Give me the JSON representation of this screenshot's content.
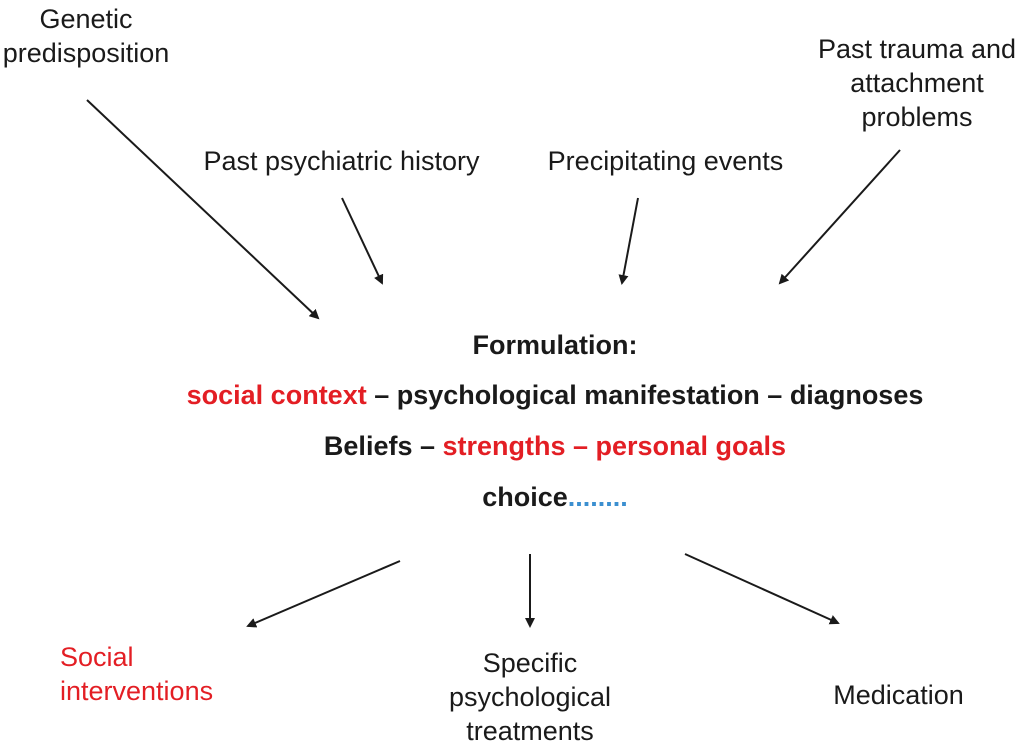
{
  "inputs": {
    "genetic": [
      "Genetic",
      "predisposition"
    ],
    "psychiatric": [
      "Past psychiatric history"
    ],
    "precipitating": [
      "Precipitating events"
    ],
    "trauma": [
      "Past trauma and",
      "attachment",
      "problems"
    ]
  },
  "formulation": {
    "title": "Formulation:",
    "line1": [
      {
        "text": "social context",
        "color": "red"
      },
      {
        "text": " – psychological manifestation – diagnoses",
        "color": "black"
      }
    ],
    "line2": [
      {
        "text": "Beliefs – ",
        "color": "black"
      },
      {
        "text": "strengths – personal goals",
        "color": "red"
      }
    ],
    "line3": [
      {
        "text": "choice",
        "color": "black"
      },
      {
        "text": "........",
        "color": "blue"
      }
    ]
  },
  "outputs": {
    "social": [
      "Social",
      "interventions"
    ],
    "psychological": [
      "Specific",
      "psychological",
      "treatments"
    ],
    "medication": [
      "Medication"
    ]
  },
  "colors": {
    "red": "#e31e24",
    "blue": "#3b8fd0",
    "black": "#1a1a1a"
  }
}
